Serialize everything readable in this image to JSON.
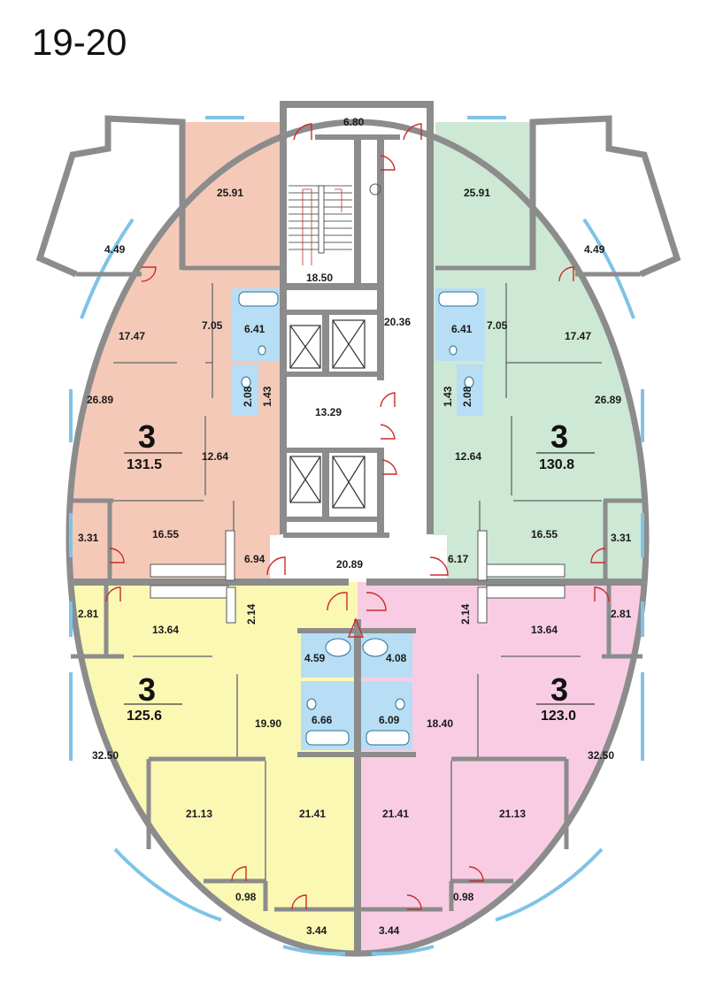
{
  "title": "19-20",
  "colors": {
    "apt_top_left": "#f5c9b8",
    "apt_top_right": "#cde8d4",
    "apt_bottom_left": "#fbf8b4",
    "apt_bottom_right": "#f8cde3",
    "bathroom": "#b7def5",
    "wall": "#8c8c8c",
    "window": "#7fc3e6",
    "door": "#cc2b2b"
  },
  "apartments": {
    "top_left": {
      "rooms": "3",
      "total_area": "131.5"
    },
    "top_right": {
      "rooms": "3",
      "total_area": "130.8"
    },
    "bottom_left": {
      "rooms": "3",
      "total_area": "125.6"
    },
    "bottom_right": {
      "rooms": "3",
      "total_area": "123.0"
    }
  },
  "areas": {
    "core_top": "6.80",
    "stair": "18.50",
    "corridor_upper": "20.36",
    "lift_hall": "13.29",
    "corridor_lower": "20.89",
    "tl_bedroom": "25.91",
    "tl_loggia": "4.49",
    "tl_room_a": "17.47",
    "tl_hall": "7.05",
    "tl_bath": "6.41",
    "tl_wc": "2.08",
    "tl_closet": "1.43",
    "tl_living": "26.89",
    "tl_corridor": "12.64",
    "tl_kitchen": "16.55",
    "tl_balcony": "3.31",
    "tl_entry": "6.94",
    "tr_bedroom": "25.91",
    "tr_loggia": "4.49",
    "tr_room_a": "17.47",
    "tr_hall": "7.05",
    "tr_bath": "6.41",
    "tr_wc": "2.08",
    "tr_closet": "1.43",
    "tr_living": "26.89",
    "tr_corridor": "12.64",
    "tr_kitchen": "16.55",
    "tr_balcony": "3.31",
    "tr_entry": "6.17",
    "bl_balcony": "2.81",
    "bl_kitchen": "13.64",
    "bl_closet": "2.14",
    "bl_bath_a": "4.59",
    "bl_bath_b": "6.66",
    "bl_hall": "19.90",
    "bl_living": "32.50",
    "bl_room_a": "21.13",
    "bl_room_b": "21.41",
    "bl_loggia_a": "0.98",
    "bl_loggia_b": "3.44",
    "br_balcony": "2.81",
    "br_kitchen": "13.64",
    "br_closet": "2.14",
    "br_bath_a": "4.08",
    "br_bath_b": "6.09",
    "br_hall": "18.40",
    "br_living": "32.50",
    "br_room_a": "21.41",
    "br_room_b": "21.13",
    "br_loggia_a": "0.98",
    "br_loggia_b": "3.44"
  }
}
